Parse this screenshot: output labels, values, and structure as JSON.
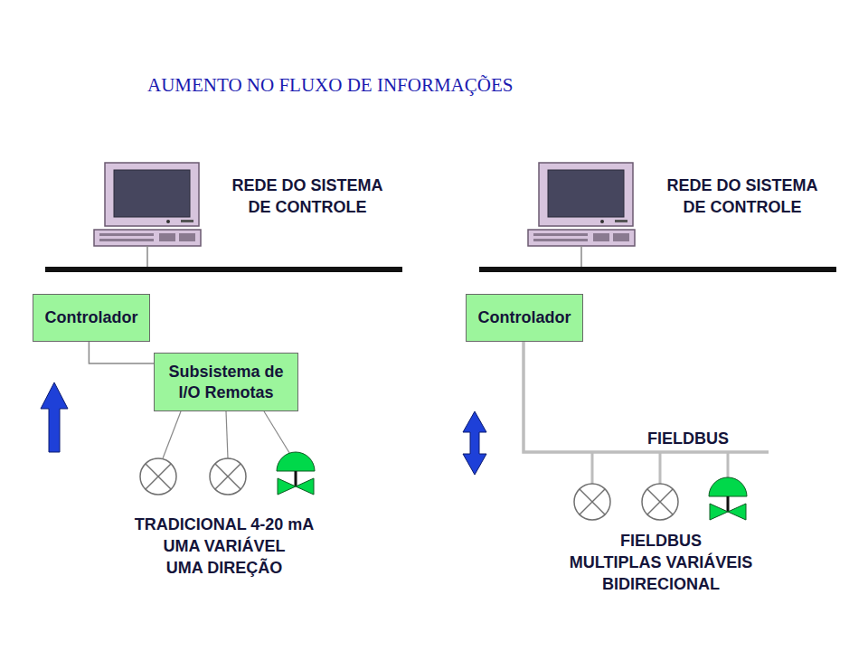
{
  "diagram": {
    "title": "AUMENTO NO FLUXO DE INFORMAÇÕES",
    "nodes": [
      {
        "text": [
          "Controlador"
        ]
      },
      {
        "text": [
          "Subsistema de I/O Remotas"
        ]
      },
      {
        "text": [
          "Controlador"
        ]
      }
    ],
    "edges": [
      {
        "from": 0,
        "to": 1,
        "arrow": "none"
      }
    ],
    "labels": [
      "REDE DO SISTEMA",
      "DE CONTROLE",
      "REDE DO SISTEMA",
      "DE CONTROLE",
      "FIELDBUS",
      "TRADICIONAL 4-20 mA",
      "UMA VARIÁVEL",
      "UMA DIREÇÃO",
      "FIELDBUS",
      "MULTIPLAS VARIÁVEIS",
      "BIDIRECIONAL"
    ]
  }
}
